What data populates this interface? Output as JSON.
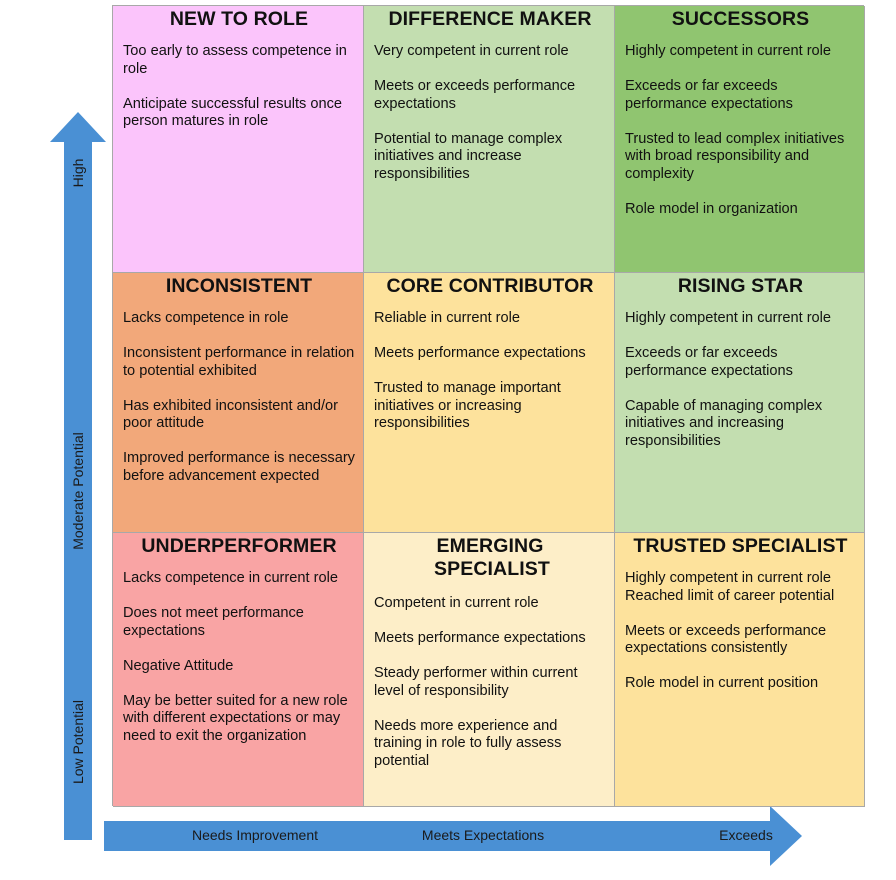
{
  "y_axis": {
    "labels": [
      "High",
      "Moderate Potential",
      "Low Potential"
    ]
  },
  "x_axis": {
    "labels": [
      "Needs Improvement",
      "Meets Expectations",
      "Exceeds"
    ]
  },
  "colors": {
    "arrow": "#4a90d4",
    "new_to_role": "#fbc4fb",
    "difference_maker": "#c3deb0",
    "successors": "#90c570",
    "inconsistent": "#f2a87a",
    "core_contributor": "#fde29c",
    "rising_star": "#c3deb0",
    "underperformer": "#f9a4a4",
    "emerging_specialist": "#fdeec8",
    "trusted_specialist": "#fde29c"
  },
  "cells": [
    {
      "key": "new-to-role",
      "title": "NEW TO ROLE",
      "items": [
        "Too early to assess competence in role",
        "Anticipate successful results once person matures in role"
      ]
    },
    {
      "key": "difference-maker",
      "title": "DIFFERENCE MAKER",
      "items": [
        "Very competent in current role",
        "Meets or exceeds performance expectations",
        "Potential to manage complex initiatives and increase responsibilities"
      ]
    },
    {
      "key": "successors",
      "title": "SUCCESSORS",
      "items": [
        "Highly competent in current role",
        "Exceeds or far exceeds performance expectations",
        "Trusted to lead complex initiatives with broad responsibility and complexity",
        "Role model in organization"
      ]
    },
    {
      "key": "inconsistent",
      "title": "INCONSISTENT",
      "items": [
        "Lacks competence in role",
        "Inconsistent performance in relation to potential exhibited",
        "Has exhibited inconsistent and/or poor attitude",
        "Improved performance is necessary before advancement expected"
      ]
    },
    {
      "key": "core-contributor",
      "title": "CORE CONTRIBUTOR",
      "items": [
        "Reliable in current role",
        "Meets performance expectations",
        "Trusted to manage important initiatives or increasing responsibilities"
      ]
    },
    {
      "key": "rising-star",
      "title": "RISING STAR",
      "items": [
        "Highly competent in current role",
        "Exceeds or far exceeds performance expectations",
        "Capable of managing complex initiatives and increasing responsibilities"
      ]
    },
    {
      "key": "underperformer",
      "title": "UNDERPERFORMER",
      "items": [
        "Lacks competence in current role",
        "Does not meet performance expectations",
        "Negative Attitude",
        "May be better suited for a new role with different expectations or may need to exit the organization"
      ]
    },
    {
      "key": "emerging-specialist",
      "title": "EMERGING SPECIALIST",
      "items": [
        "Competent in current role",
        "Meets performance expectations",
        "Steady performer within current level of responsibility",
        "Needs more experience and training in role to fully assess potential"
      ]
    },
    {
      "key": "trusted-specialist",
      "title": "TRUSTED SPECIALIST",
      "items": [
        "Highly competent in current role\nReached limit of career potential",
        "Meets or exceeds performance expectations consistently",
        "Role model in current position"
      ]
    }
  ]
}
